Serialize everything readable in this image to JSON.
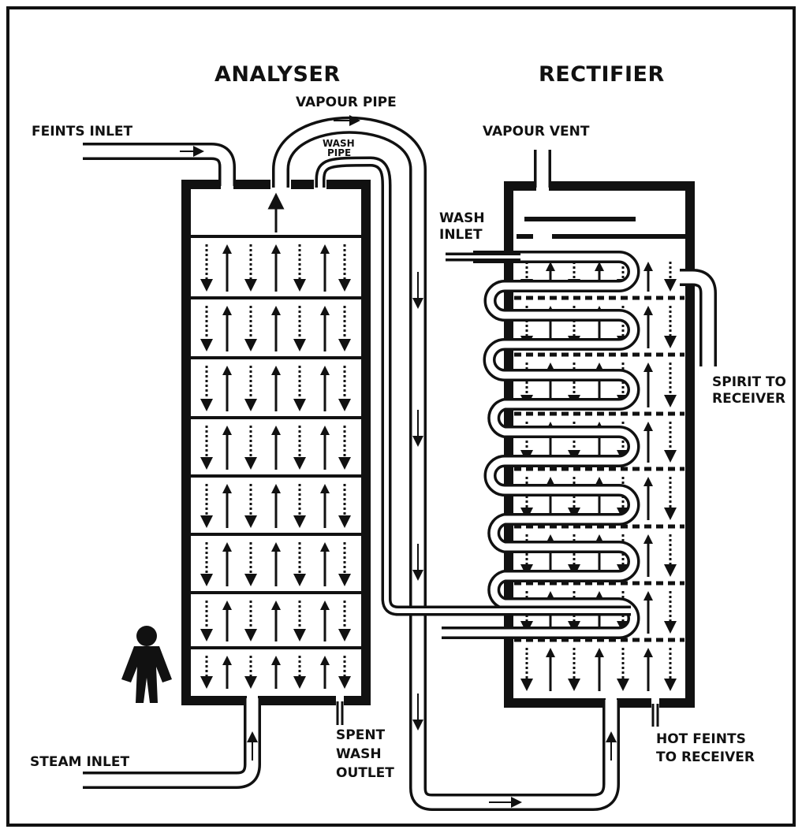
{
  "titles": {
    "analyser": "ANALYSER",
    "rectifier": "RECTIFIER"
  },
  "labels": {
    "vapour_pipe": "VAPOUR PIPE",
    "wash_pipe_1": "WASH",
    "wash_pipe_2": "PIPE",
    "feints_inlet": "FEINTS INLET",
    "vapour_vent": "VAPOUR VENT",
    "wash_inlet_1": "WASH",
    "wash_inlet_2": "INLET",
    "spirit_to_receiver_1": "SPIRIT TO",
    "spirit_to_receiver_2": "RECEIVER",
    "steam_inlet": "STEAM INLET",
    "spent_wash_outlet_1": "SPENT",
    "spent_wash_outlet_2": "WASH",
    "spent_wash_outlet_3": "OUTLET",
    "hot_feints_1": "HOT FEINTS",
    "hot_feints_2": "TO RECEIVER"
  },
  "icons": {
    "person": "person-silhouette-icon"
  }
}
